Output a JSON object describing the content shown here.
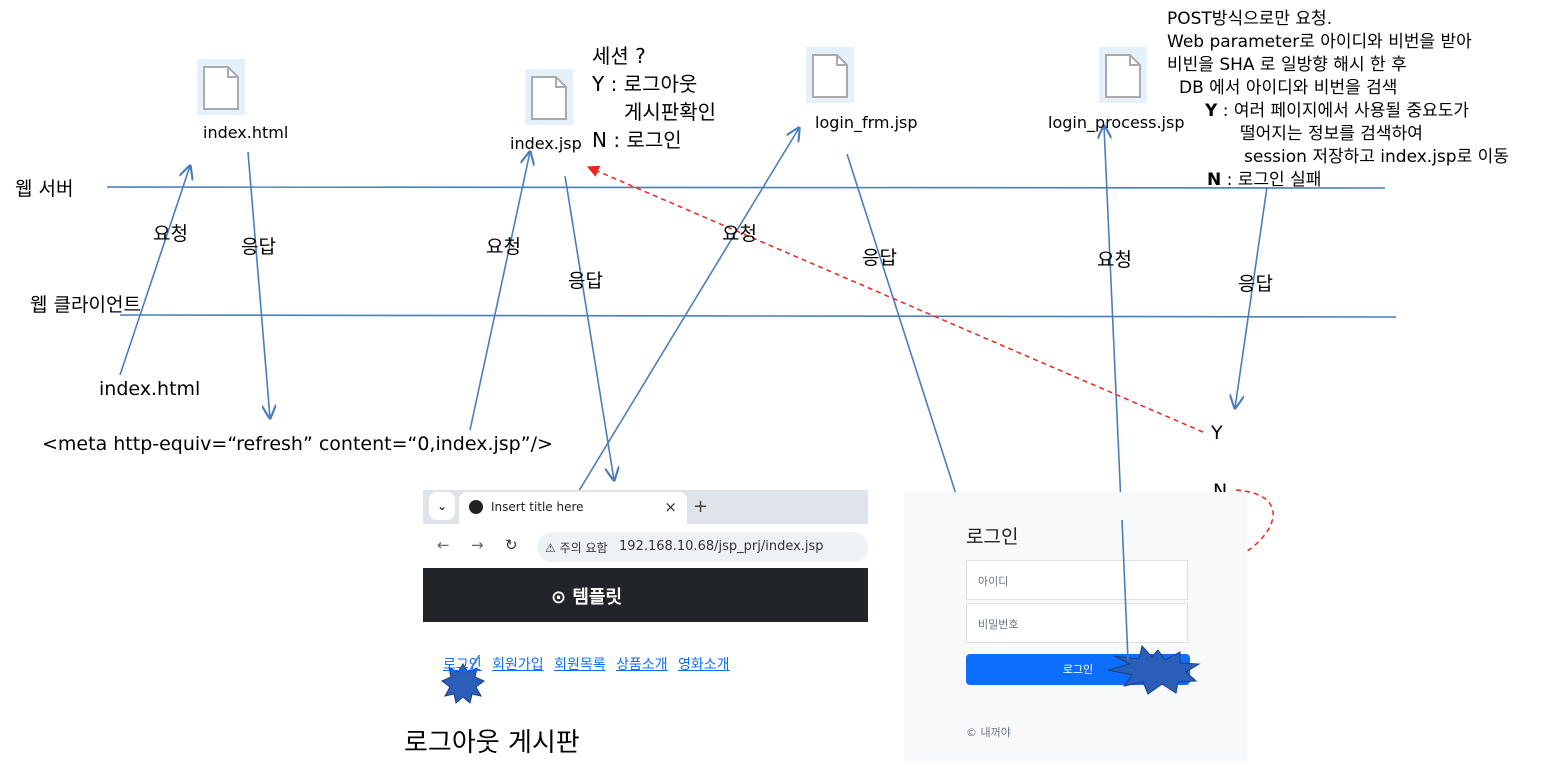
{
  "server_label": "웹 서버",
  "client_label": "웹 클라이언트",
  "files": {
    "index_html": "index.html",
    "index_jsp": "index.jsp",
    "login_frm": "login_frm.jsp",
    "login_process": "login_process.jsp"
  },
  "arrow_labels": {
    "req1": "요청",
    "res1": "응답",
    "req2": "요청",
    "res2": "응답",
    "req3": "요청",
    "res3": "응답",
    "req4": "요청",
    "res4": "응답"
  },
  "client_index_html": "index.html",
  "meta_refresh": "<meta http-equiv=“refresh” content=“0,index.jsp”/>",
  "session_note": {
    "line1": "세션  ?",
    "line2": "Y : 로그아웃",
    "line3": "게시판확인",
    "line4": "N : 로그인"
  },
  "process_note": {
    "line1": "POST방식으로만 요청.",
    "line2": "Web parameter로 아이디와 비번을 받아",
    "line3": "비빈을 SHA 로 일방향 해시 한 후",
    "line4": "DB 에서 아이디와 비번을 검색",
    "y_key": "Y",
    "y_text1": ": 여러 페이지에서 사용될 중요도가",
    "y_text2": "떨어지는 정보를 검색하여",
    "y_text3": "session 저장하고 index.jsp로 이동",
    "n_key": "N",
    "n_text": ": 로그인 실패"
  },
  "result_y": "Y",
  "result_n": "N",
  "browser": {
    "tab_title": "Insert title here",
    "tab_close": "×",
    "tab_new": "+",
    "tab_menu": "⌄",
    "back": "←",
    "forward": "→",
    "reload": "↻",
    "warning": "⚠ 주의 요함",
    "url": "192.168.10.68/jsp_prj/index.jsp",
    "brand": "⊙ 템플릿",
    "links": [
      "로그인",
      "회원가입",
      "회원목록",
      "상품소개",
      "영화소개"
    ]
  },
  "logout_board": "로그아웃  게시판",
  "login_form": {
    "title": "로그인",
    "id_placeholder": "아이디",
    "pw_placeholder": "비밀번호",
    "button": "로그인",
    "footer": "© 내꺼야"
  },
  "colors": {
    "line": "#4a7ebb",
    "dashed": "#e8251b",
    "burst": "#2a5eb8"
  }
}
